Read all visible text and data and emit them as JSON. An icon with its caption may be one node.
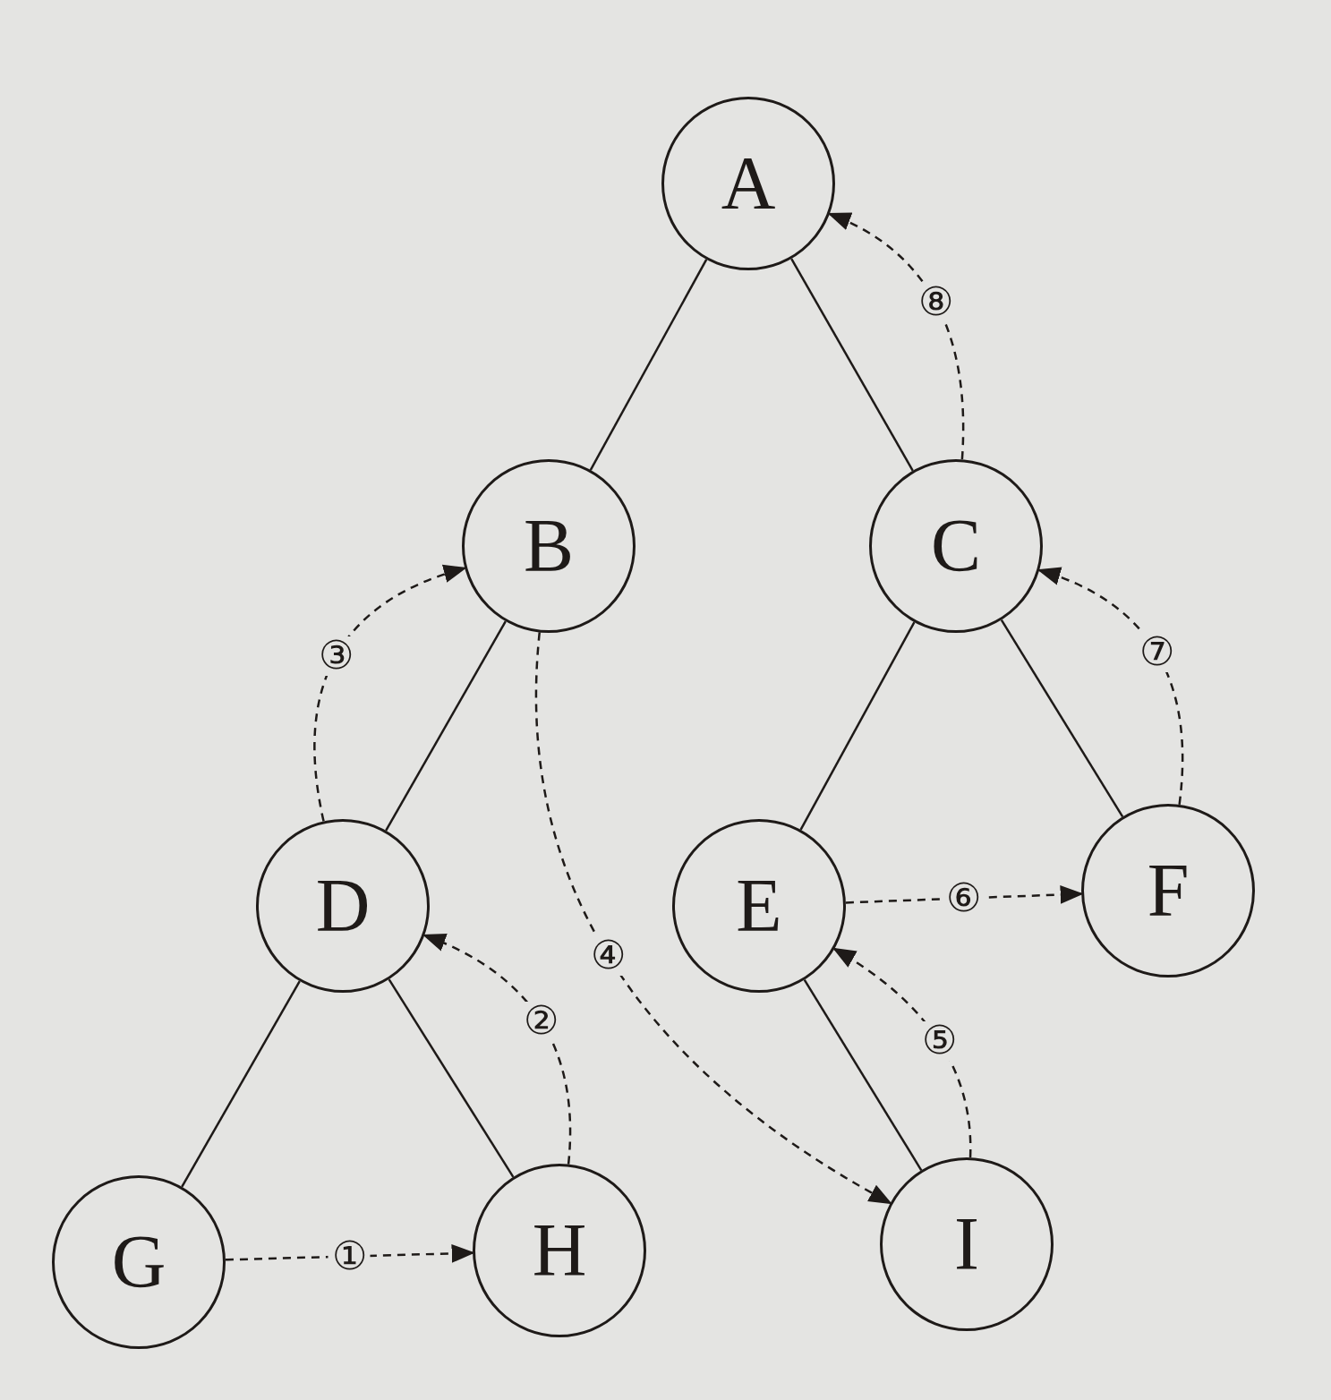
{
  "diagram": {
    "nodes": [
      {
        "text": [
          "A"
        ]
      },
      {
        "text": [
          "B"
        ]
      },
      {
        "text": [
          "C"
        ]
      },
      {
        "text": [
          "D"
        ]
      },
      {
        "text": [
          "E"
        ]
      },
      {
        "text": [
          "F"
        ]
      },
      {
        "text": [
          "G"
        ]
      },
      {
        "text": [
          "H"
        ]
      },
      {
        "text": [
          "I"
        ]
      }
    ],
    "edges": [
      {
        "from": 0,
        "to": 1,
        "arrow": "none"
      },
      {
        "from": 0,
        "to": 2,
        "arrow": "none"
      },
      {
        "from": 1,
        "to": 3,
        "arrow": "none"
      },
      {
        "from": 2,
        "to": 4,
        "arrow": "none"
      },
      {
        "from": 2,
        "to": 5,
        "arrow": "none"
      },
      {
        "from": 3,
        "to": 6,
        "arrow": "none"
      },
      {
        "from": 3,
        "to": 7,
        "arrow": "none"
      },
      {
        "from": 4,
        "to": 8,
        "arrow": "none"
      },
      {
        "from": 6,
        "to": 7,
        "arrow": "to",
        "style": "dashed",
        "label": "①"
      },
      {
        "from": 7,
        "to": 3,
        "arrow": "to",
        "style": "dashed",
        "label": "②"
      },
      {
        "from": 3,
        "to": 1,
        "arrow": "to",
        "style": "dashed",
        "label": "③"
      },
      {
        "from": 1,
        "to": 8,
        "arrow": "to",
        "style": "dashed",
        "label": "④"
      },
      {
        "from": 8,
        "to": 4,
        "arrow": "to",
        "style": "dashed",
        "label": "⑤"
      },
      {
        "from": 4,
        "to": 5,
        "arrow": "to",
        "style": "dashed",
        "label": "⑥"
      },
      {
        "from": 5,
        "to": 2,
        "arrow": "to",
        "style": "dashed",
        "label": "⑦"
      },
      {
        "from": 2,
        "to": 0,
        "arrow": "to",
        "style": "dashed",
        "label": "⑧"
      }
    ]
  }
}
